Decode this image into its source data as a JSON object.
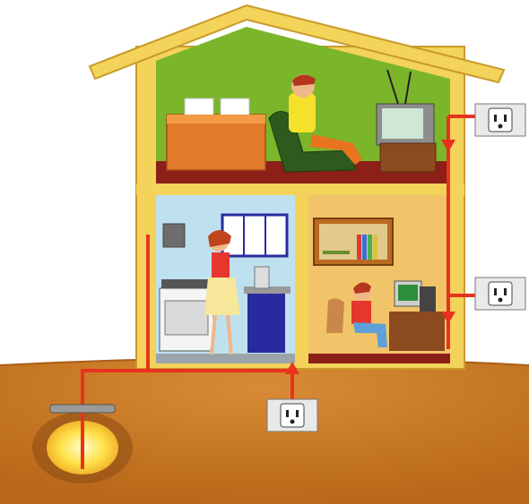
{
  "illustration": {
    "rooms": [
      "bedroom",
      "kitchen",
      "study"
    ],
    "outlets": 3,
    "colors": {
      "roof": "#f3d35a",
      "bedroom_wall": "#7bb52a",
      "kitchen_wall": "#bfe0ef",
      "study_wall": "#f2c46a",
      "wire": "#e8321e",
      "ground": "#c97a2a",
      "ground_glow": "#ffe24a"
    }
  }
}
